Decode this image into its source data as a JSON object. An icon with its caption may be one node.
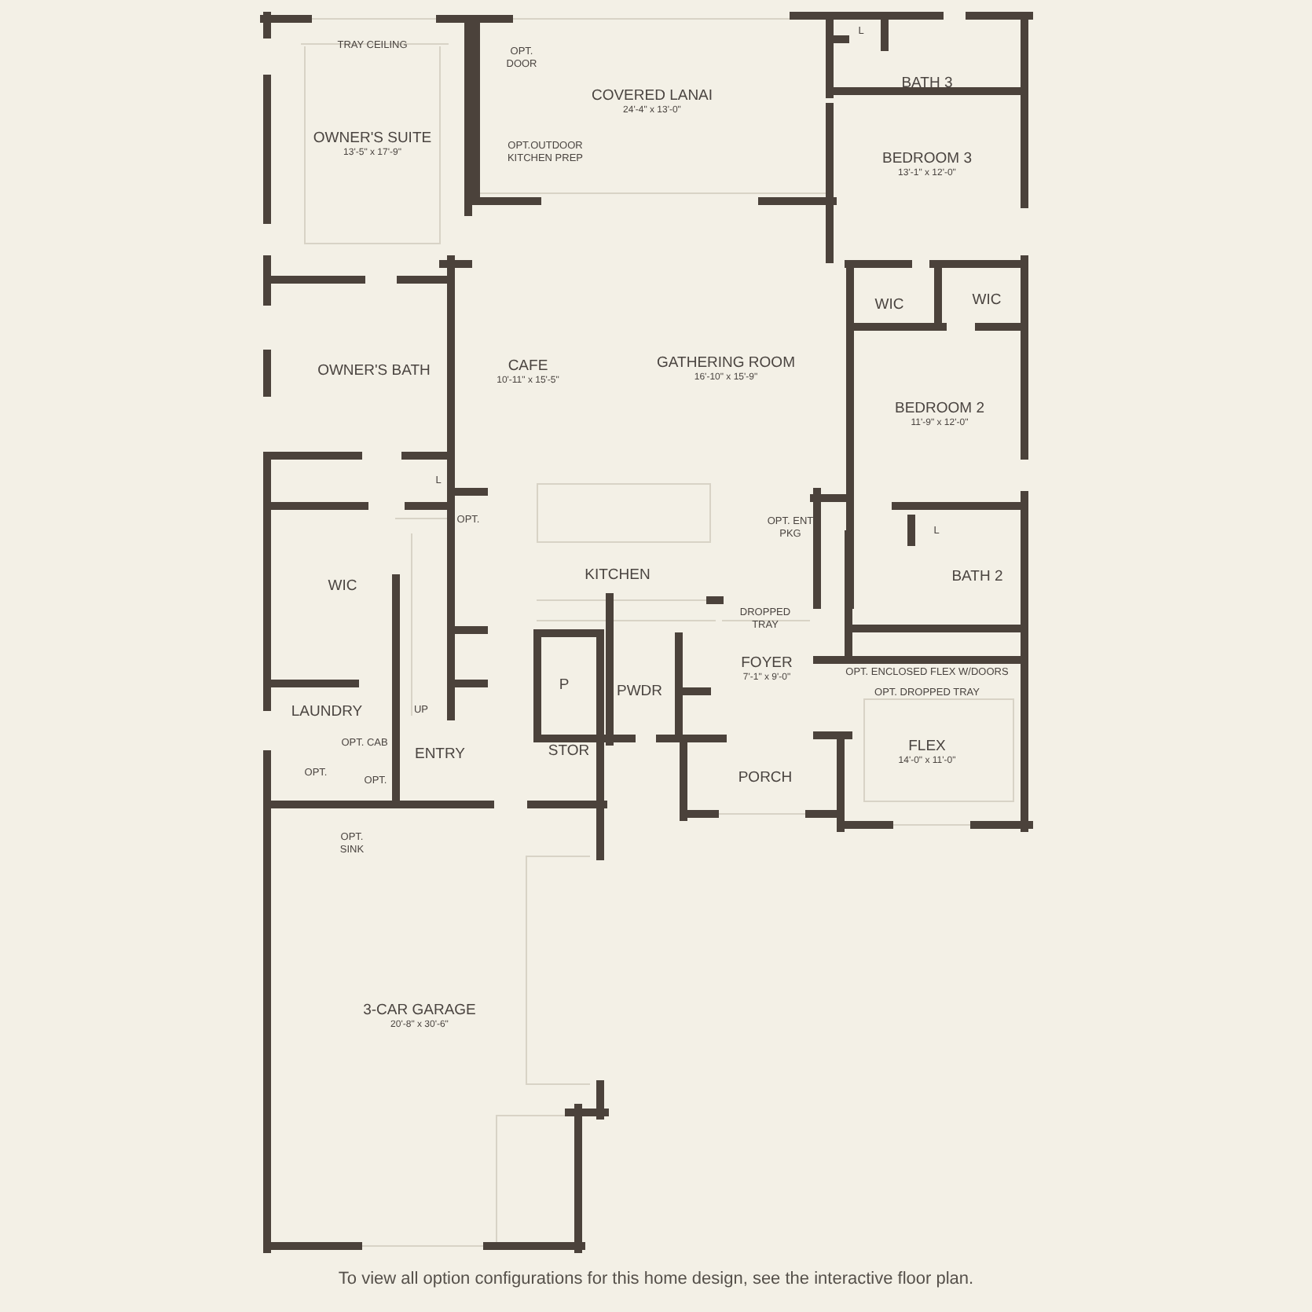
{
  "diagram": {
    "caption": "To view all option configurations for this home design, see the interactive floor plan.",
    "nodes": [
      {
        "text": [
          "OWNER'S SUITE",
          "13'-5\" x 17'-9\""
        ]
      },
      {
        "text": [
          "COVERED LANAI",
          "24'-4\" x 13'-0\""
        ]
      },
      {
        "text": [
          "BATH 3"
        ]
      },
      {
        "text": [
          "BEDROOM 3",
          "13'-1\" x 12'-0\""
        ]
      },
      {
        "text": [
          "WIC"
        ]
      },
      {
        "text": [
          "WIC"
        ]
      },
      {
        "text": [
          "OWNER'S BATH"
        ]
      },
      {
        "text": [
          "CAFE",
          "10'-11\" x 15'-5\""
        ]
      },
      {
        "text": [
          "GATHERING ROOM",
          "16'-10\" x 15'-9\""
        ]
      },
      {
        "text": [
          "BEDROOM 2",
          "11'-9\" x 12'-0\""
        ]
      },
      {
        "text": [
          "KITCHEN"
        ]
      },
      {
        "text": [
          "WIC"
        ]
      },
      {
        "text": [
          "BATH 2"
        ]
      },
      {
        "text": [
          "FOYER",
          "7'-1\" x 9'-0\""
        ]
      },
      {
        "text": [
          "PWDR"
        ]
      },
      {
        "text": [
          "P"
        ]
      },
      {
        "text": [
          "LAUNDRY"
        ]
      },
      {
        "text": [
          "ENTRY"
        ]
      },
      {
        "text": [
          "STOR"
        ]
      },
      {
        "text": [
          "FLEX",
          "14'-0\" x 11'-0\""
        ]
      },
      {
        "text": [
          "PORCH"
        ]
      },
      {
        "text": [
          "3-CAR GARAGE",
          "20'-8\" x 30'-6\""
        ]
      }
    ],
    "labels": [
      "TRAY CEILING",
      "OPT. DOOR",
      "OPT.OUTDOOR KITCHEN PREP",
      "L",
      "L",
      "OPT.",
      "UP",
      "OPT. CAB",
      "OPT.",
      "OPT.",
      "OPT. SINK",
      "OPT. ENT PKG",
      "DROPPED TRAY",
      "L",
      "OPT. ENCLOSED FLEX W/DOORS",
      "OPT. DROPPED TRAY"
    ]
  }
}
